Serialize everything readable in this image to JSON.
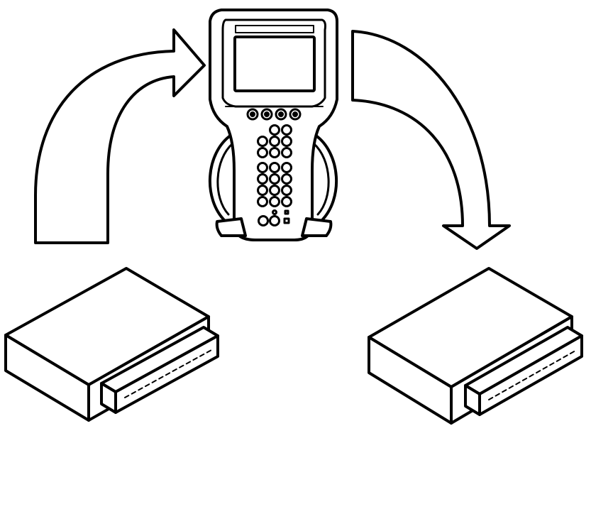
{
  "diagram": {
    "line_color": "#000000",
    "fill_color": "#ffffff",
    "components": [
      {
        "id": "source-module",
        "icon": "control-module-icon"
      },
      {
        "id": "scan-tool",
        "icon": "handheld-scan-tool-icon"
      },
      {
        "id": "target-module",
        "icon": "control-module-icon"
      }
    ],
    "flows": [
      {
        "id": "upload-arrow",
        "from": "source-module",
        "to": "scan-tool",
        "icon": "curved-arrow-up-right-icon"
      },
      {
        "id": "download-arrow",
        "from": "scan-tool",
        "to": "target-module",
        "icon": "curved-arrow-down-right-icon"
      }
    ]
  }
}
